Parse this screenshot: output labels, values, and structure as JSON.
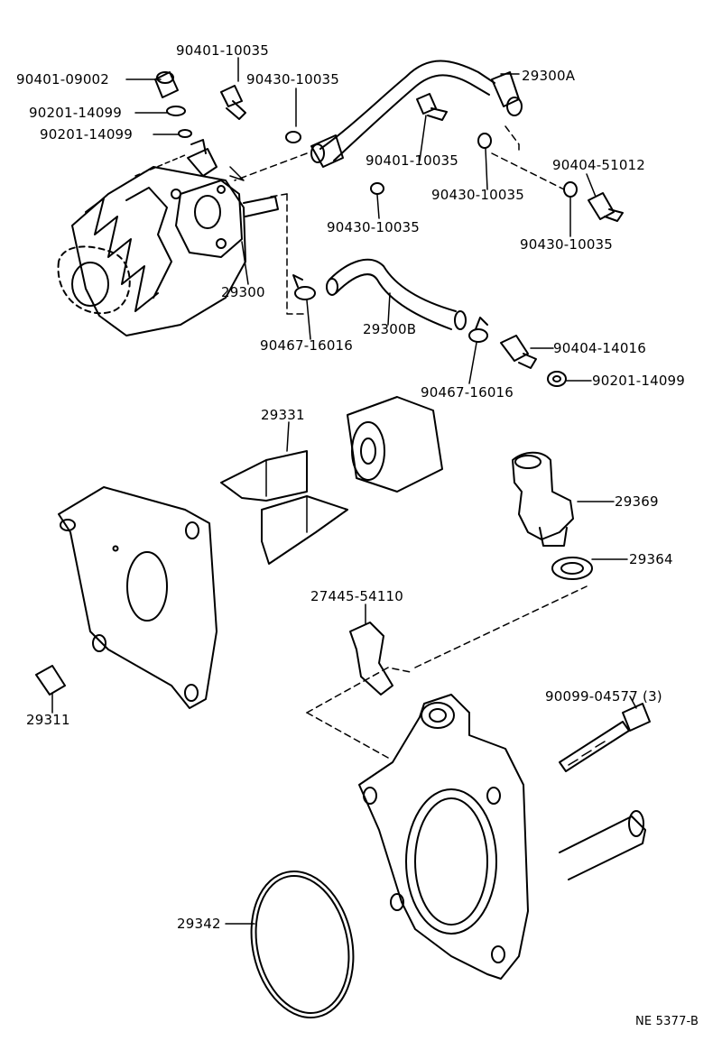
{
  "diagram": {
    "callouts": [
      "90401-10035",
      "90401-09002",
      "90430-10035",
      "29300A",
      "90201-14099",
      "90201-14099",
      "90401-10035",
      "90404-51012",
      "90430-10035",
      "90430-10035",
      "90430-10035",
      "29300",
      "29300B",
      "90467-16016",
      "90404-14016",
      "90201-14099",
      "90467-16016",
      "29331",
      "29369",
      "29364",
      "27445-54110",
      "29311",
      "90099-04577 (3)",
      "29342"
    ],
    "drawing_code": "NE 5377-B"
  }
}
